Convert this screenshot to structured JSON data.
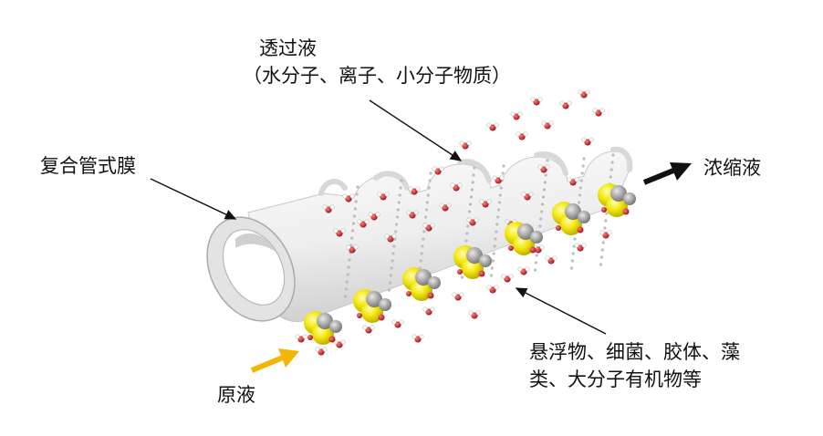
{
  "labels": {
    "permeate_title": "透过液",
    "permeate_detail": "（水分子、离子、小分子物质）",
    "membrane": "复合管式膜",
    "concentrate": "浓缩液",
    "impurities_line1": "悬浮物、细菌、胶体、藻",
    "impurities_line2": "类、大分子有机物等",
    "feed": "原液"
  },
  "colors": {
    "feed_arrow": "#f2b705",
    "concentrate_arrow": "#111111",
    "particle_yellow": "#f0e000",
    "molecule_red": "#c02020",
    "tube_body": "#f0f0f0"
  }
}
